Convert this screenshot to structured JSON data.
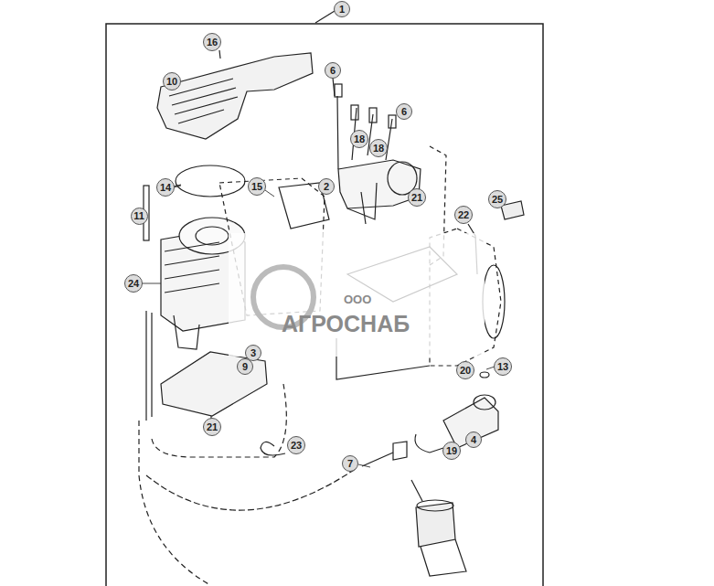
{
  "diagram": {
    "nodes": [
      {
        "text": [
          "1"
        ]
      },
      {
        "text": [
          "16"
        ]
      },
      {
        "text": [
          "6"
        ]
      },
      {
        "text": [
          "10"
        ]
      },
      {
        "text": [
          "6"
        ]
      },
      {
        "text": [
          "18"
        ]
      },
      {
        "text": [
          "18"
        ]
      },
      {
        "text": [
          "2"
        ]
      },
      {
        "text": [
          "14"
        ]
      },
      {
        "text": [
          "15"
        ]
      },
      {
        "text": [
          "25"
        ]
      },
      {
        "text": [
          "21"
        ]
      },
      {
        "text": [
          "22"
        ]
      },
      {
        "text": [
          "11"
        ]
      },
      {
        "text": [
          "24"
        ]
      },
      {
        "text": [
          "3"
        ]
      },
      {
        "text": [
          "13"
        ]
      },
      {
        "text": [
          "9"
        ]
      },
      {
        "text": [
          "20"
        ]
      },
      {
        "text": [
          "21"
        ]
      },
      {
        "text": [
          "4"
        ]
      },
      {
        "text": [
          "23"
        ]
      },
      {
        "text": [
          "19"
        ]
      },
      {
        "text": [
          "7"
        ]
      }
    ],
    "labels": [
      "ООО",
      "АГРОСНАБ"
    ]
  }
}
